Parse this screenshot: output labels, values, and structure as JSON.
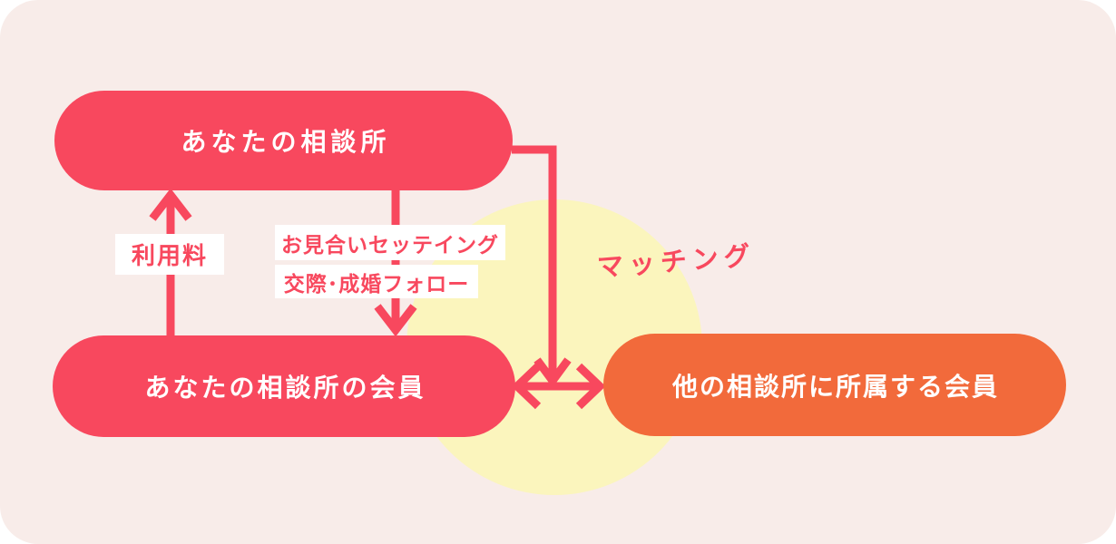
{
  "diagram": {
    "type": "relationship-flow",
    "nodes": [
      {
        "id": "your-agency",
        "label": "あなたの相談所",
        "color": "#F8485E",
        "shape": "pill"
      },
      {
        "id": "your-members",
        "label": "あなたの相談所の会員",
        "color": "#F8485E",
        "shape": "pill"
      },
      {
        "id": "other-members",
        "label": "他の相談所に所属する会員",
        "color": "#F26A3B",
        "shape": "pill"
      }
    ],
    "edges": [
      {
        "id": "fee",
        "from": "your-members",
        "to": "your-agency",
        "direction": "up",
        "label": "利用料"
      },
      {
        "id": "services",
        "from": "your-agency",
        "to": "your-members",
        "direction": "down",
        "labels": [
          "お見合いセッテイング",
          "交際･成婚フォロー"
        ]
      },
      {
        "id": "matching",
        "from": "your-agency",
        "to": "members-link",
        "direction": "elbow-down",
        "label": "マッチング"
      },
      {
        "id": "link",
        "from": "your-members",
        "to": "other-members",
        "direction": "bidirectional",
        "label": ""
      }
    ],
    "edge_labels": {
      "fee": "利用料",
      "setting": "お見合いセッテイング",
      "follow": "交際･成婚フォロー",
      "matching": "マッチング"
    },
    "colors": {
      "pink": "#F8485E",
      "orange": "#F26A3B",
      "panel_background": "#F8ECE9",
      "highlight_circle": "#FBF5BD",
      "label_background": "#FFFFFF",
      "page_background": "#FFFFFF"
    }
  }
}
